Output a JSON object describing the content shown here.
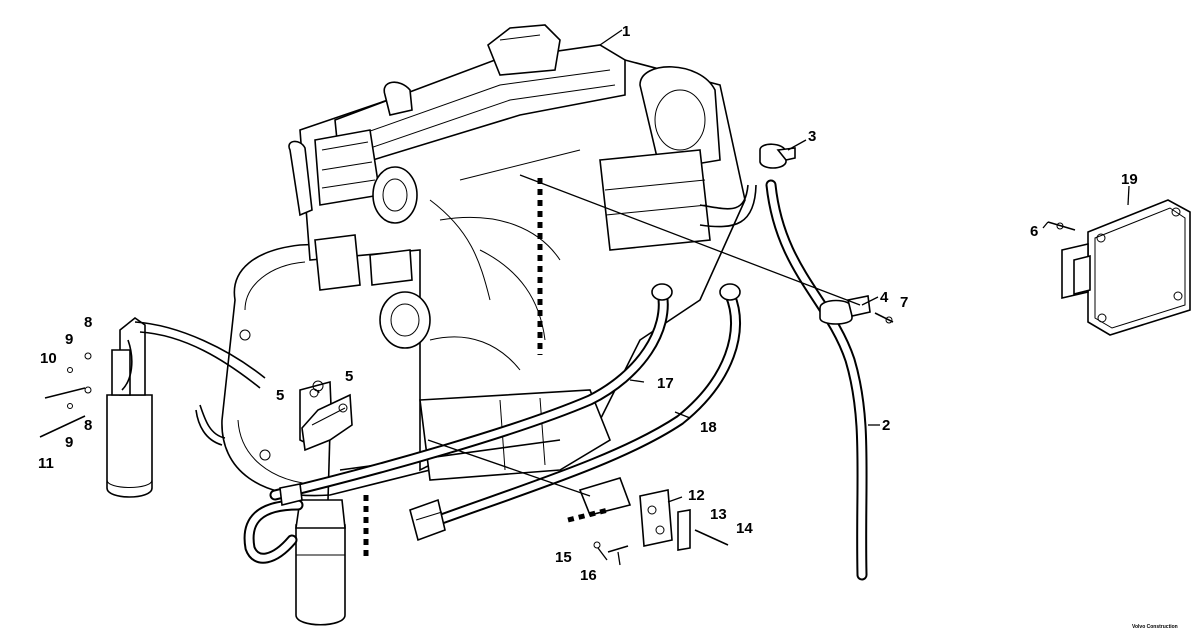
{
  "diagram": {
    "callouts": [
      "1",
      "2",
      "3",
      "4",
      "5",
      "5",
      "6",
      "7",
      "8",
      "8",
      "9",
      "9",
      "10",
      "11",
      "12",
      "13",
      "14",
      "15",
      "16",
      "17",
      "18",
      "19"
    ],
    "credit": "Volvo Construction"
  }
}
